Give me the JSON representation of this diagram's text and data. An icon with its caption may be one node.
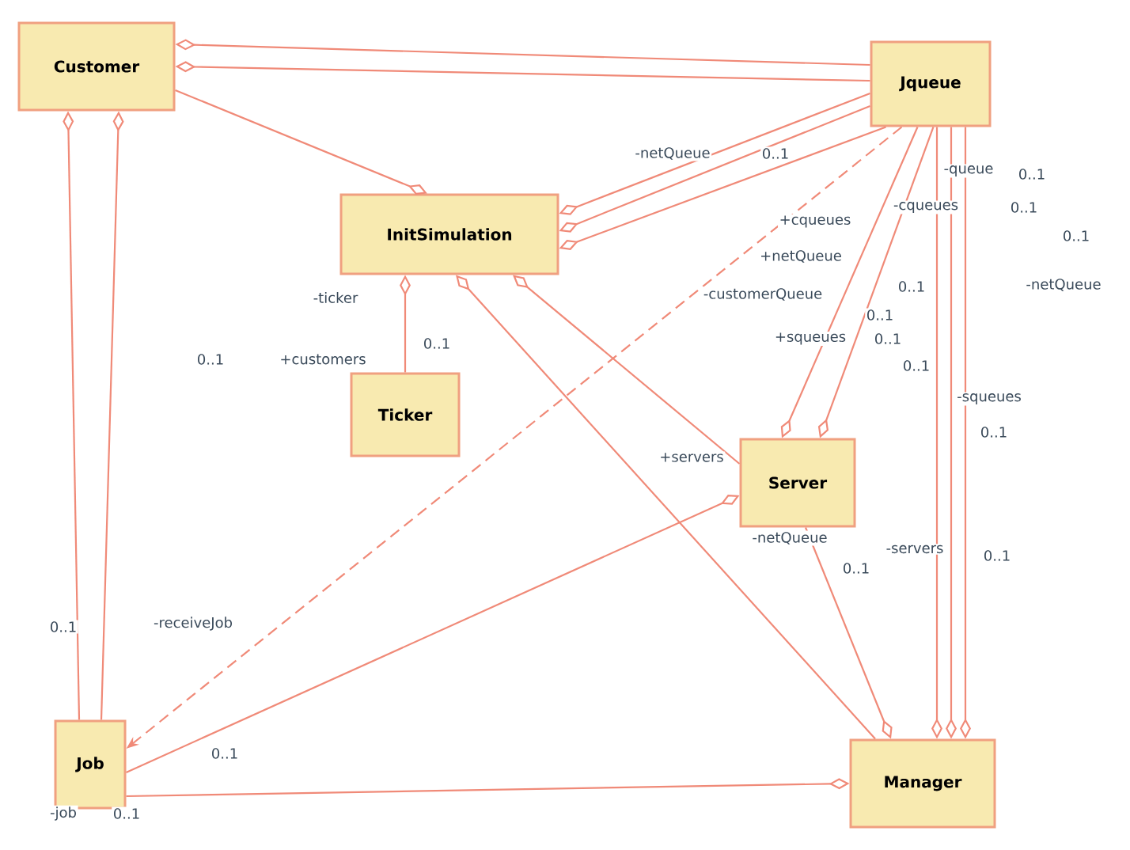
{
  "diagram": {
    "nodes": [
      {
        "text": [
          "Customer"
        ]
      },
      {
        "text": [
          "Jqueue"
        ]
      },
      {
        "text": [
          "InitSimulation"
        ]
      },
      {
        "text": [
          "Ticker"
        ]
      },
      {
        "text": [
          "Server"
        ]
      },
      {
        "text": [
          "Job"
        ]
      },
      {
        "text": [
          "Manager"
        ]
      }
    ],
    "edges": [
      {
        "from": 1,
        "to": 0,
        "arrow": "other"
      },
      {
        "from": 1,
        "to": 0,
        "arrow": "other"
      },
      {
        "from": 0,
        "to": 2,
        "arrow": "other"
      },
      {
        "from": 5,
        "to": 0,
        "arrow": "other"
      },
      {
        "from": 5,
        "to": 0,
        "arrow": "other"
      },
      {
        "from": 1,
        "to": 2,
        "arrow": "other"
      },
      {
        "from": 1,
        "to": 2,
        "arrow": "other"
      },
      {
        "from": 1,
        "to": 2,
        "arrow": "other"
      },
      {
        "from": 1,
        "to": 5,
        "arrow": "to",
        "style": "dashed"
      },
      {
        "from": 1,
        "to": 4,
        "arrow": "other"
      },
      {
        "from": 1,
        "to": 4,
        "arrow": "other"
      },
      {
        "from": 1,
        "to": 6,
        "arrow": "other"
      },
      {
        "from": 1,
        "to": 6,
        "arrow": "other"
      },
      {
        "from": 1,
        "to": 6,
        "arrow": "other"
      },
      {
        "from": 3,
        "to": 2,
        "arrow": "other"
      },
      {
        "from": 6,
        "to": 2,
        "arrow": "other"
      },
      {
        "from": 4,
        "to": 2,
        "arrow": "other"
      },
      {
        "from": 4,
        "to": 6,
        "arrow": "other"
      },
      {
        "from": 5,
        "to": 4,
        "arrow": "other"
      },
      {
        "from": 5,
        "to": 6,
        "arrow": "other"
      }
    ],
    "labels": [
      "-netQueue",
      "0..1",
      "-queue",
      "0..1",
      "-cqueues",
      "0..1",
      "0..1",
      "+cqueues",
      "+netQueue",
      "-customerQueue",
      "0..1",
      "0..1",
      "-netQueue",
      "+squeues",
      "0..1",
      "0..1",
      "-ticker",
      "0..1",
      "0..1",
      "+customers",
      "-squeues",
      "0..1",
      "+servers",
      "-netQueue",
      "-servers",
      "0..1",
      "0..1",
      "0..1",
      "-receiveJob",
      "0..1",
      "-job",
      "0..1"
    ]
  }
}
